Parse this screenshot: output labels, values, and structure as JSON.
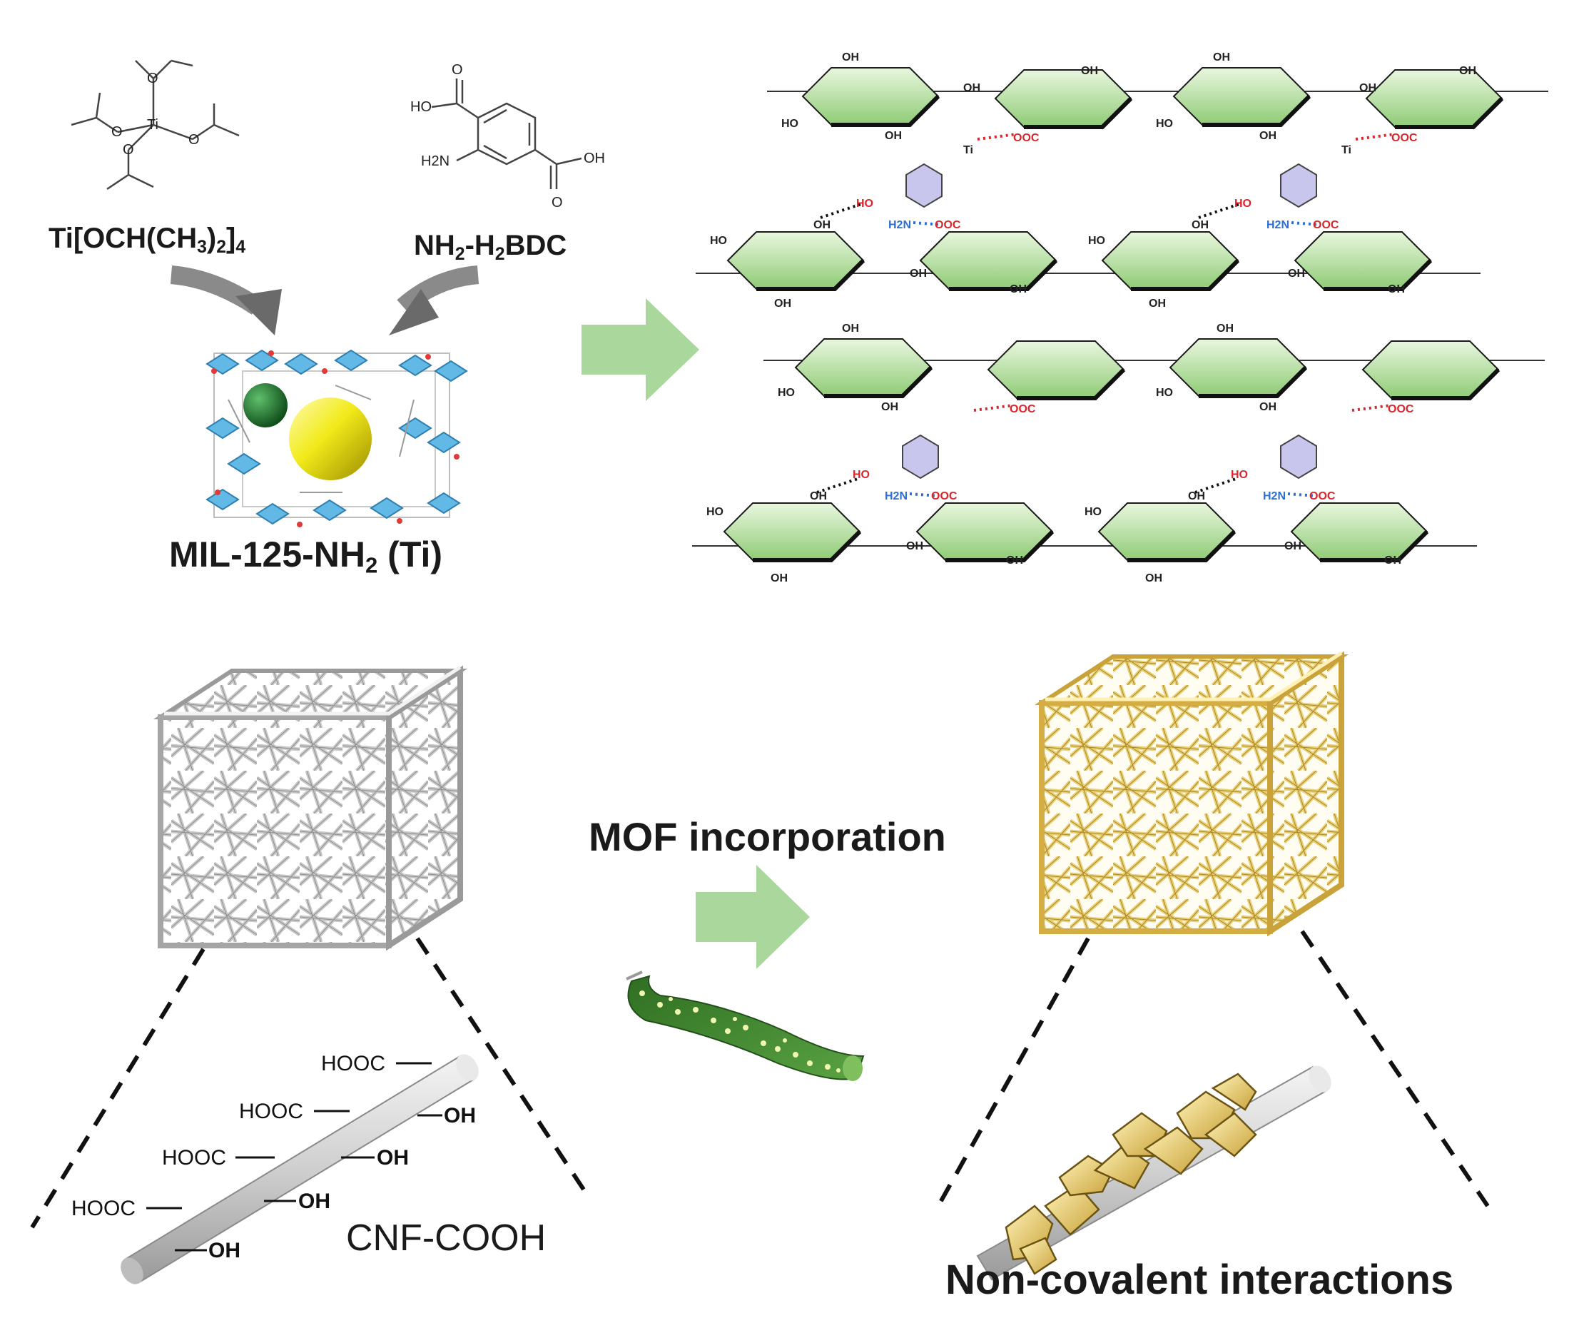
{
  "colors": {
    "arrow_green": "#a9d79c",
    "ring_green": "#93cf7c",
    "ring_green_light": "#dff2d3",
    "mof_gold": "#e8c95e",
    "cube_gray": "#d9d9d9",
    "hbond_red": "#d8262c",
    "hbond_black": "#111111",
    "hbond_blue": "#2b6fd3",
    "metal_blue": "#62b9e6",
    "sphere_yellow": "#f2ea1a",
    "sphere_green": "#1c7a2a",
    "fiber_green": "#3f8a2e"
  },
  "labels": {
    "ti_precursor": {
      "prefix": "Ti[OCH(CH",
      "sub1": "3",
      "mid": ")",
      "sub2": "2",
      "suffix": "]",
      "sub3": "4"
    },
    "linker": {
      "a": "NH",
      "sub1": "2",
      "b": "-H",
      "sub2": "2",
      "c": "BDC"
    },
    "mof_name": {
      "a": "MIL-125-NH",
      "sub": "2",
      "b": " (Ti)"
    },
    "process": "MOF incorporation",
    "fiber": "CNF-COOH",
    "interaction": "Non-covalent interactions"
  },
  "cnf_groups": {
    "carboxyl": "HOOC",
    "hydroxyl": "OH"
  },
  "chem_text": {
    "hydroxyl": "OH",
    "hydroxyl_left": "HO",
    "oxygen": "O",
    "carboxylate": "OOC",
    "amine": "H2N",
    "titanium": "Ti",
    "hydroxyl_acid": "HO",
    "ring_o": "O"
  },
  "icons": [
    "curved-arrow-icon",
    "block-arrow-icon",
    "mof-crystal-icon",
    "porous-cube-icon",
    "fiber-rod-icon",
    "mof-coated-fiber-icon"
  ]
}
